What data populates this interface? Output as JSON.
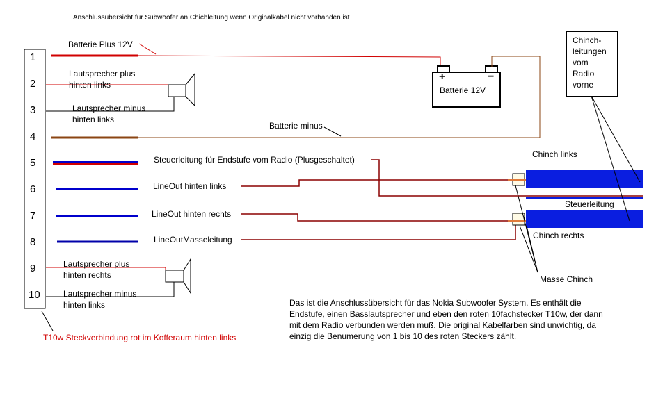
{
  "title": "Anschlussübersicht für Subwoofer an Chichleitung wenn Originalkabel nicht vorhanden ist",
  "pins": [
    "1",
    "2",
    "3",
    "4",
    "5",
    "6",
    "7",
    "8",
    "9",
    "10"
  ],
  "wire_labels": {
    "batt_plus": "Batterie Plus 12V",
    "ls_plus_links_1": "Lautsprecher plus",
    "ls_plus_links_2": "hinten links",
    "ls_minus_links_1": "Lautsprecher minus",
    "ls_minus_links_2": "hinten links",
    "batt_minus": "Batterie minus",
    "steuer": "Steuerleitung für Endstufe vom Radio (Plusgeschaltet)",
    "lineout_links": "LineOut hinten links",
    "lineout_rechts": "LineOut hinten rechts",
    "lineout_masse": "LineOutMasseleitung",
    "ls_plus_rechts_1": "Lautsprecher plus",
    "ls_plus_rechts_2": "hinten rechts",
    "ls_minus_rechts_1": "Lautsprecher minus",
    "ls_minus_rechts_2": "hinten links"
  },
  "battery": {
    "label": "Batterie 12V",
    "plus": "+",
    "minus": "−"
  },
  "chinch_box": [
    "Chinch-",
    "leitungen",
    "vom",
    "Radio",
    "vorne"
  ],
  "chinch_links": "Chinch links",
  "steuerleitung": "Steuerleitung",
  "chinch_rechts": "Chinch rechts",
  "masse_chinch": "Masse Chinch",
  "connector_caption": "T10w Steckverbindung rot im Kofferaum hinten links",
  "description": "Das ist die Anschlussübersicht für das Nokia Subwoofer System. Es enthält die Endstufe, einen Basslautsprecher und eben den roten 10fachstecker T10w, der dann mit dem Radio verbunden werden muß. Die original Kabelfarben sind unwichtig, da einzig die Benumerung von 1 bis 10 des roten Steckers zählt.",
  "colors": {
    "red": "#d10000",
    "dark_red": "#8b0000",
    "brown": "#8b4513",
    "blue": "#0000cc",
    "chinch_blue": "#0a1ee0"
  }
}
